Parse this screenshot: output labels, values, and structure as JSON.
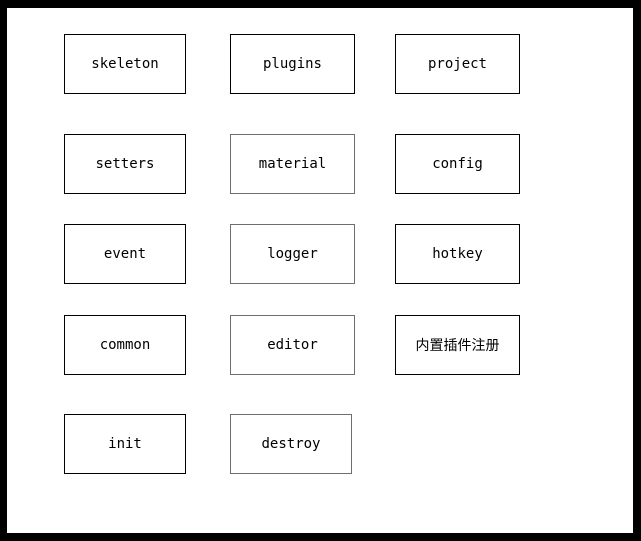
{
  "diagram": {
    "nodes": [
      {
        "id": "skeleton",
        "label": "skeleton"
      },
      {
        "id": "plugins",
        "label": "plugins"
      },
      {
        "id": "project",
        "label": "project"
      },
      {
        "id": "setters",
        "label": "setters"
      },
      {
        "id": "material",
        "label": "material"
      },
      {
        "id": "config",
        "label": "config"
      },
      {
        "id": "event",
        "label": "event"
      },
      {
        "id": "logger",
        "label": "logger"
      },
      {
        "id": "hotkey",
        "label": "hotkey"
      },
      {
        "id": "common",
        "label": "common"
      },
      {
        "id": "editor",
        "label": "editor"
      },
      {
        "id": "builtin-plugin-register",
        "label": "内置插件注册"
      },
      {
        "id": "init",
        "label": "init"
      },
      {
        "id": "destroy",
        "label": "destroy"
      }
    ]
  },
  "colors": {
    "frame": "#000000",
    "node_background": "#ffffff",
    "node_border": "#000000",
    "text": "#000000"
  }
}
